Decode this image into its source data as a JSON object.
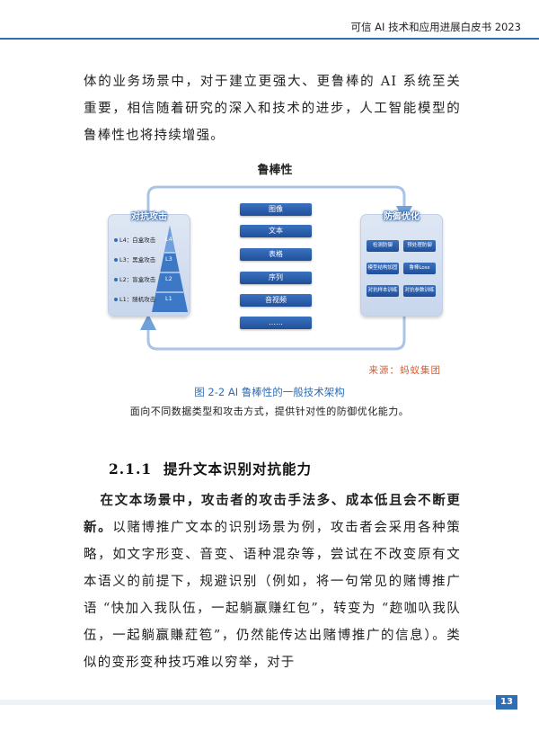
{
  "header": {
    "title": "可信 AI 技术和应用进展白皮书 2023"
  },
  "paragraph1": "体的业务场景中，对于建立更强大、更鲁棒的 AI 系统至关重要，相信随着研究的深入和技术的进步，人工智能模型的鲁棒性也将持续增强。",
  "figure": {
    "title": "鲁棒性",
    "attack_title": "对抗攻击",
    "attacks": [
      {
        "label": "L4：白盒攻击",
        "level": "L4"
      },
      {
        "label": "L3：黑盒攻击",
        "level": "L3"
      },
      {
        "label": "L2：盲盒攻击",
        "level": "L2"
      },
      {
        "label": "L1：随机攻击",
        "level": "L1"
      }
    ],
    "data_types": [
      "图像",
      "文本",
      "表格",
      "序列",
      "音视频",
      "……"
    ],
    "defense_title": "防御优化",
    "defenses": [
      "检测防御",
      "预处理防御",
      "模型结构加固",
      "鲁棒Loss",
      "对抗样本训练",
      "对抗参数训练"
    ],
    "colors": {
      "accent": "#2f6db5",
      "box": "#2a5fae",
      "panel": "#d5e0f1"
    }
  },
  "source": "来源：蚂蚁集团",
  "caption": "图 2-2 AI 鲁棒性的一般技术架构",
  "subcaption": "面向不同数据类型和攻击方式，提供针对性的防御优化能力。",
  "section": {
    "number": "2.1.1",
    "title": "提升文本识别对抗能力"
  },
  "paragraph2": {
    "lead": "在文本场景中，攻击者的攻击手法多、成本低且会不断更新。",
    "body": "以赌博推广文本的识别场景为例，攻击者会采用各种策略，如文字形变、音变、语种混杂等，尝试在不改变原有文本语义的前提下，规避识别（例如，将一句常见的赌博推广语 “快加入我队伍，一起躺赢赚红包”，转变为 “趂咖叺我队伍，一起躺赢賺葒笣”，仍然能传达出赌博推广的信息）。类似的变形变种技巧难以穷举，对于"
  },
  "page_number": "13"
}
